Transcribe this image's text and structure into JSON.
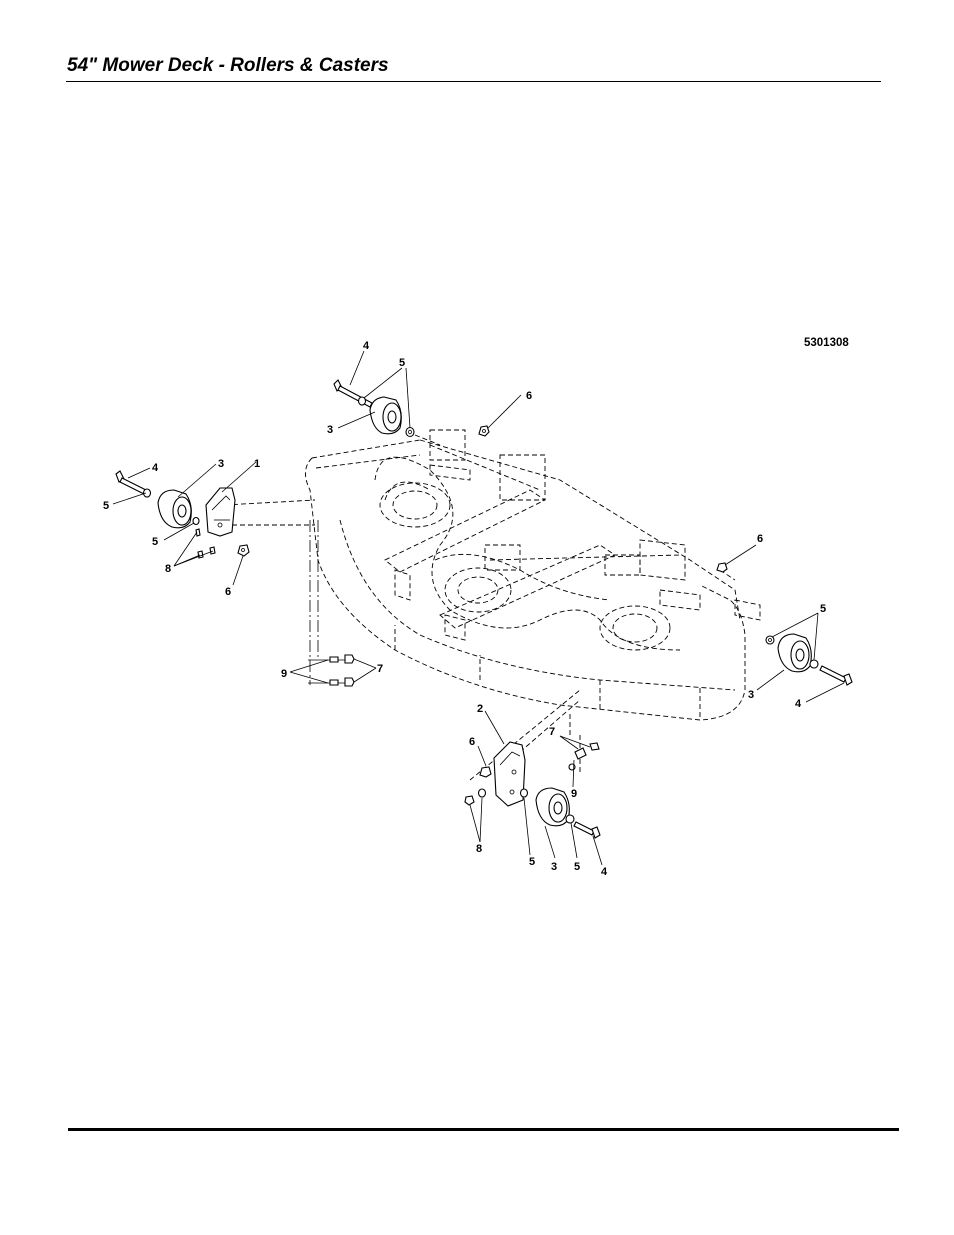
{
  "header": {
    "title": "54\" Mower Deck - Rollers & Casters"
  },
  "diagram": {
    "drawing_number": "5301308",
    "callouts": [
      {
        "id": "c4a",
        "text": "4"
      },
      {
        "id": "c5a",
        "text": "5"
      },
      {
        "id": "c6a",
        "text": "6"
      },
      {
        "id": "c3a",
        "text": "3"
      },
      {
        "id": "c4b",
        "text": "4"
      },
      {
        "id": "c3b",
        "text": "3"
      },
      {
        "id": "c1",
        "text": "1"
      },
      {
        "id": "c5b",
        "text": "5"
      },
      {
        "id": "c5c",
        "text": "5"
      },
      {
        "id": "c8a",
        "text": "8"
      },
      {
        "id": "c6b",
        "text": "6"
      },
      {
        "id": "c6c",
        "text": "6"
      },
      {
        "id": "c5d",
        "text": "5"
      },
      {
        "id": "c9a",
        "text": "9"
      },
      {
        "id": "c7a",
        "text": "7"
      },
      {
        "id": "c3c",
        "text": "3"
      },
      {
        "id": "c4c",
        "text": "4"
      },
      {
        "id": "c2",
        "text": "2"
      },
      {
        "id": "c6d",
        "text": "6"
      },
      {
        "id": "c7b",
        "text": "7"
      },
      {
        "id": "c9b",
        "text": "9"
      },
      {
        "id": "c8b",
        "text": "8"
      },
      {
        "id": "c5e",
        "text": "5"
      },
      {
        "id": "c3d",
        "text": "3"
      },
      {
        "id": "c5f",
        "text": "5"
      },
      {
        "id": "c4d",
        "text": "4"
      }
    ]
  }
}
